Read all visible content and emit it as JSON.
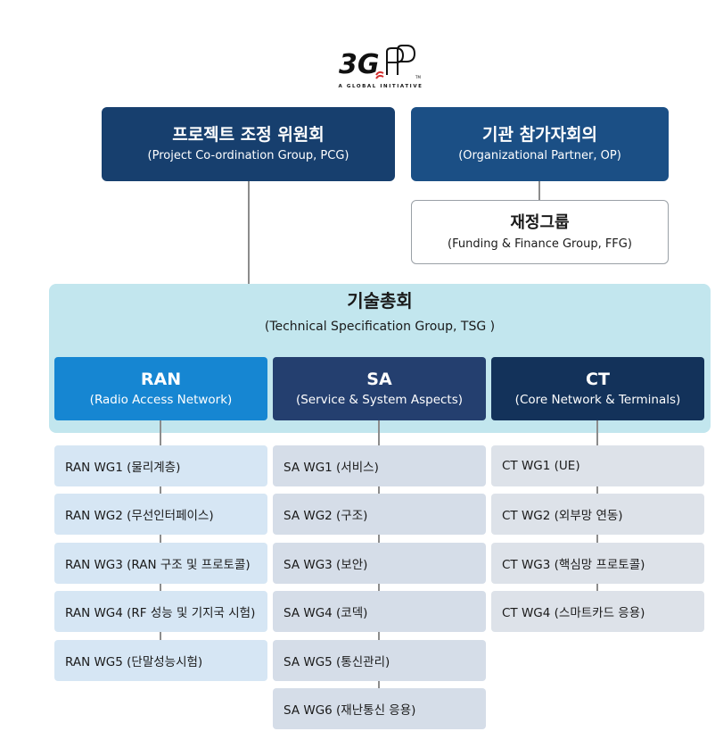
{
  "logo": {
    "mark": "3GPP",
    "tagline": "A GLOBAL INITIATIVE"
  },
  "pcg": {
    "title": "프로젝트 조정 위원회",
    "subtitle": "(Project Co-ordination Group, PCG)"
  },
  "op": {
    "title": "기관 참가자회의",
    "subtitle": "(Organizational Partner, OP)"
  },
  "ffg": {
    "title": "재정그룹",
    "subtitle": "(Funding & Finance Group, FFG)"
  },
  "tsg": {
    "title": "기술총회",
    "subtitle": "(Technical Specification Group, TSG )",
    "groups": [
      {
        "name": "RAN",
        "subtitle": "(Radio Access Network)",
        "color": "#1686d2",
        "wgs": [
          "RAN WG1 (물리계층)",
          "RAN WG2 (무선인터페이스)",
          "RAN WG3 (RAN 구조 및 프로토콜)",
          "RAN WG4 (RF 성능 및 기지국 시험)",
          "RAN WG5 (단말성능시험)"
        ]
      },
      {
        "name": "SA",
        "subtitle": "(Service & System Aspects)",
        "color": "#243f6f",
        "wgs": [
          "SA WG1 (서비스)",
          "SA WG2 (구조)",
          "SA WG3 (보안)",
          "SA WG4 (코덱)",
          "SA WG5 (통신관리)",
          "SA WG6 (재난통신 응용)"
        ]
      },
      {
        "name": "CT",
        "subtitle": "(Core Network & Terminals)",
        "color": "#13325a",
        "wgs": [
          "CT WG1 (UE)",
          "CT WG2 (외부망 연동)",
          "CT WG3 (핵심망 프로토콜)",
          "CT WG4 (스마트카드 응용)"
        ]
      }
    ]
  }
}
